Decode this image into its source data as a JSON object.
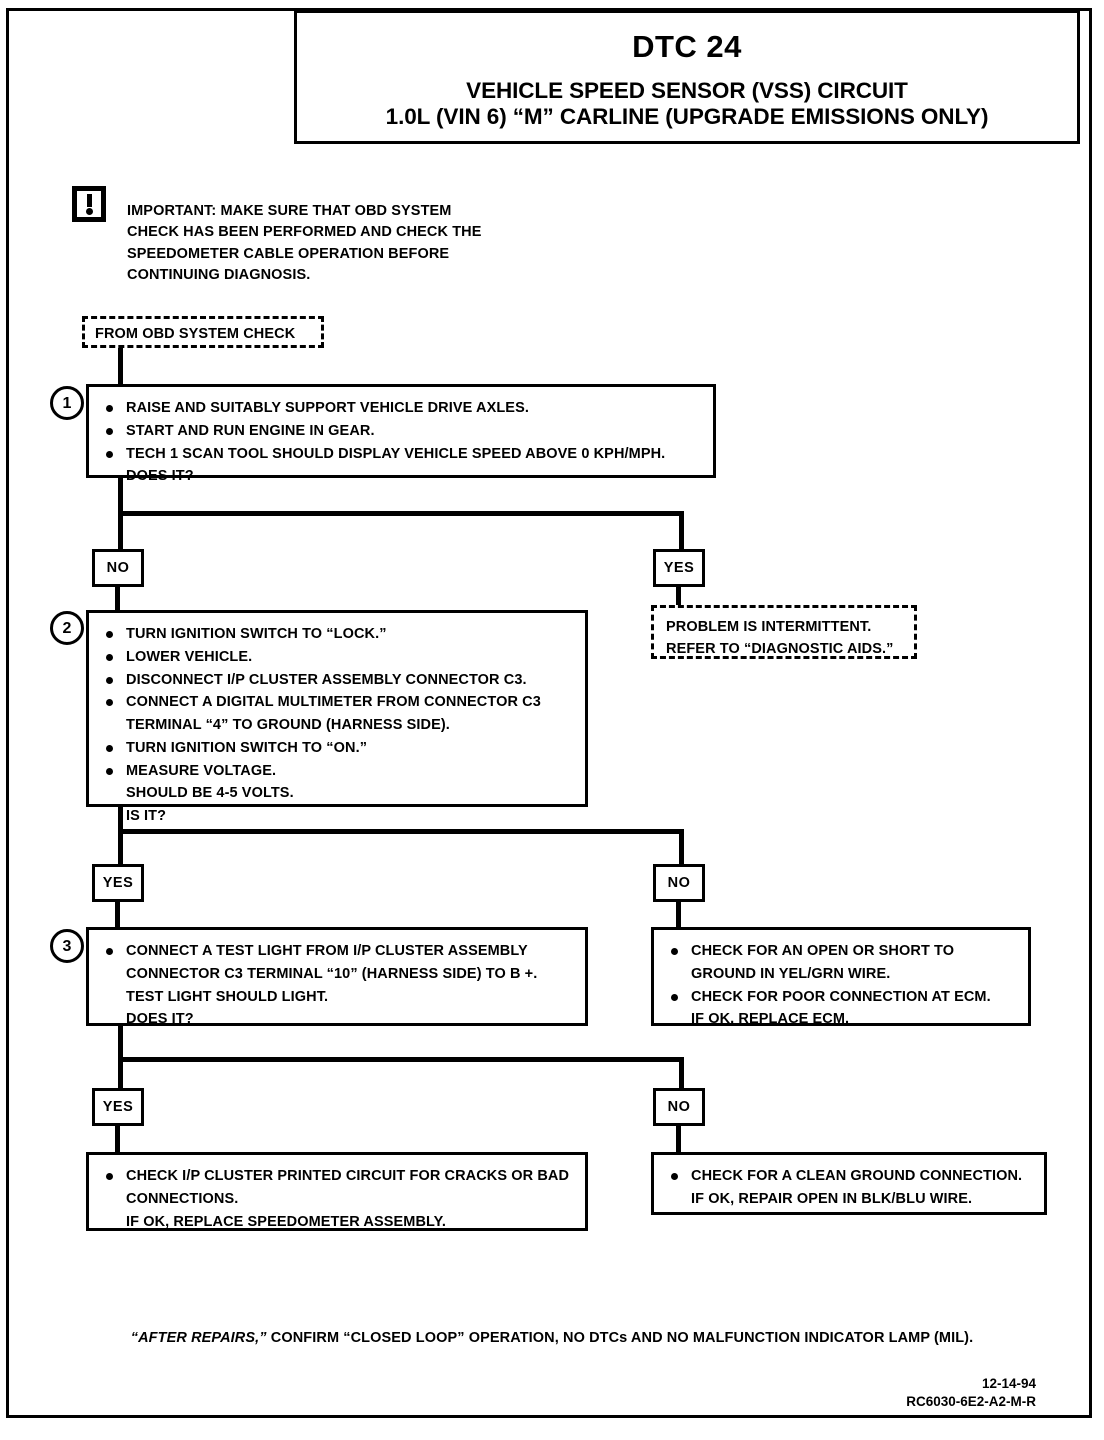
{
  "header": {
    "dtc": "DTC 24",
    "subtitle_line1": "VEHICLE SPEED SENSOR (VSS) CIRCUIT",
    "subtitle_line2": "1.0L  (VIN 6)  “M” CARLINE (UPGRADE EMISSIONS ONLY)"
  },
  "important": {
    "icon": "exclamation-box-icon",
    "line1": "IMPORTANT:  MAKE SURE THAT OBD SYSTEM",
    "line2": "CHECK HAS BEEN PERFORMED AND CHECK THE",
    "line3": "SPEEDOMETER CABLE OPERATION BEFORE",
    "line4": "CONTINUING DIAGNOSIS."
  },
  "entry": {
    "label": "FROM OBD SYSTEM CHECK"
  },
  "step1": {
    "number": "1",
    "b1": "RAISE AND SUITABLY SUPPORT VEHICLE DRIVE AXLES.",
    "b2": "START AND RUN ENGINE IN GEAR.",
    "b3": "TECH 1 SCAN TOOL SHOULD DISPLAY VEHICLE SPEED ABOVE  0 KPH/MPH.",
    "b3b": "DOES IT?"
  },
  "branch1": {
    "no": "NO",
    "yes": "YES"
  },
  "intermittent": {
    "line1": "PROBLEM IS INTERMITTENT.",
    "line2": "REFER TO “DIAGNOSTIC AIDS.”"
  },
  "step2": {
    "number": "2",
    "b1": "TURN IGNITION SWITCH TO “LOCK.”",
    "b2": "LOWER VEHICLE.",
    "b3": "DISCONNECT I/P CLUSTER ASSEMBLY CONNECTOR C3.",
    "b4": "CONNECT A DIGITAL MULTIMETER FROM CONNECTOR C3",
    "b4b": "TERMINAL “4” TO GROUND (HARNESS SIDE).",
    "b5": "TURN IGNITION SWITCH TO “ON.”",
    "b6": "MEASURE VOLTAGE.",
    "b6b": "SHOULD BE 4-5 VOLTS.",
    "b6c": "IS IT?"
  },
  "branch2": {
    "yes": "YES",
    "no": "NO"
  },
  "step3": {
    "number": "3",
    "b1": "CONNECT A TEST LIGHT FROM I/P CLUSTER ASSEMBLY",
    "b1b": "CONNECTOR C3 TERMINAL “10” (HARNESS SIDE) TO B +.",
    "b1c": "TEST LIGHT SHOULD LIGHT.",
    "b1d": "DOES IT?"
  },
  "ecm_box": {
    "b1": "CHECK FOR AN OPEN OR SHORT TO",
    "b1b": "GROUND IN YEL/GRN WIRE.",
    "b2": "CHECK FOR POOR CONNECTION AT ECM.",
    "b2b": "IF OK, REPLACE ECM."
  },
  "branch3": {
    "yes": "YES",
    "no": "NO"
  },
  "cluster_box": {
    "b1": "CHECK I/P CLUSTER PRINTED CIRCUIT FOR CRACKS OR BAD",
    "b1b": "CONNECTIONS.",
    "b1c": "IF OK, REPLACE SPEEDOMETER ASSEMBLY."
  },
  "ground_box": {
    "b1": "CHECK FOR A CLEAN GROUND CONNECTION.",
    "b1b": "IF OK, REPAIR OPEN IN BLK/BLU WIRE."
  },
  "footer": {
    "note_italic": "“AFTER REPAIRS,”",
    "note_rest": " CONFIRM “CLOSED LOOP” OPERATION, NO DTCs AND NO MALFUNCTION INDICATOR LAMP (MIL).",
    "date": "12-14-94",
    "doc_code": "RC6030-6E2-A2-M-R"
  }
}
